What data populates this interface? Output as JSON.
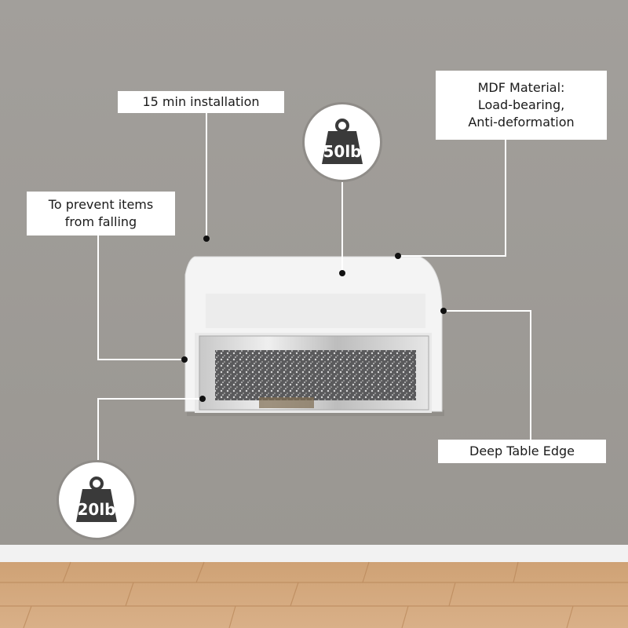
{
  "callouts": {
    "install": "15 min installation",
    "material": "MDF Material:\nLoad-bearing,\nAnti-deformation",
    "prevent": "To prevent items\nfrom falling",
    "edge": "Deep Table Edge"
  },
  "weights": {
    "top_shelf": "50lb",
    "drawer": "20lb"
  },
  "colors": {
    "wall": "#9c9995",
    "floor": "#d2a577",
    "shelf": "#f4f4f4",
    "label_bg": "#ffffff",
    "weight_icon": "#3a3a3a"
  }
}
